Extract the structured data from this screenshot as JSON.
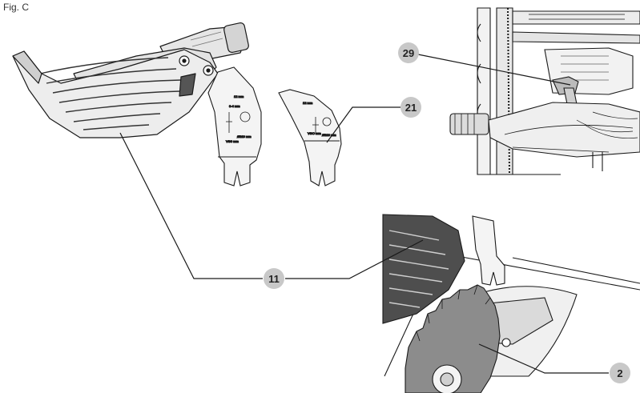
{
  "figure": {
    "label": "Fig. C"
  },
  "callouts": [
    {
      "id": "29",
      "text": "29"
    },
    {
      "id": "21",
      "text": "21"
    },
    {
      "id": "11",
      "text": "11"
    },
    {
      "id": "2",
      "text": "2"
    }
  ],
  "riving_knife_markings": {
    "large": [
      "12 mm",
      "3-4 mm",
      "Ø210 mm",
      "VG0 mm"
    ],
    "small": [
      "12 mm",
      "Ø216 mm",
      "VGO mm"
    ]
  },
  "colors": {
    "callout_fill": "#c8c8c8",
    "line": "#1a1a1a",
    "part_fill": "#ededed",
    "dark_part": "#555555",
    "blade": "#8c8c8c"
  }
}
